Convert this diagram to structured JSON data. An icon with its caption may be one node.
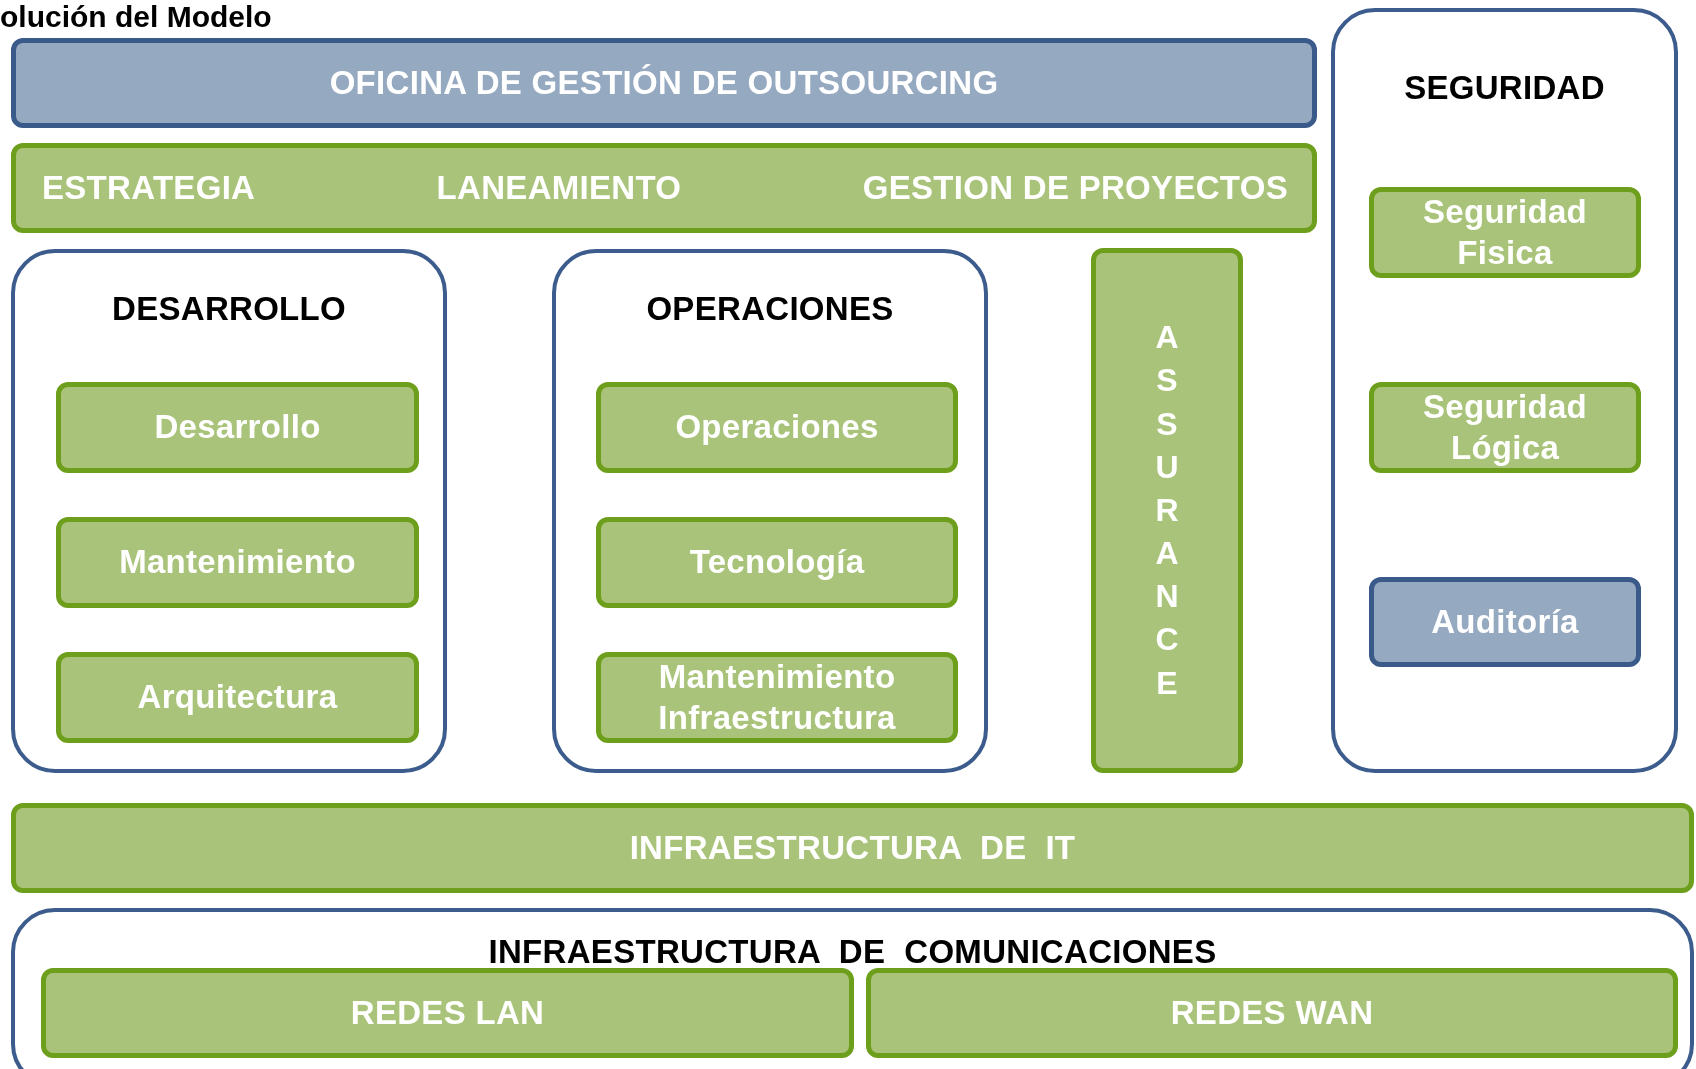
{
  "diagram": {
    "title": "olución del Modelo",
    "nodes": [
      {
        "text": [
          "OFICINA DE GESTIÓN DE OUTSOURCING"
        ]
      },
      {
        "text": [
          "SEGURIDAD"
        ]
      },
      {
        "text": [
          "Seguridad Fisica"
        ],
        "in": 1
      },
      {
        "text": [
          "Seguridad Lógica"
        ],
        "in": 1
      },
      {
        "text": [
          "Auditoría"
        ],
        "in": 1
      },
      {
        "text": [
          "ESTRATEGIA",
          "LANEAMIENTO",
          "GESTION DE PROYECTOS"
        ]
      },
      {
        "text": [
          "DESARROLLO"
        ]
      },
      {
        "text": [
          "Desarrollo"
        ],
        "in": 6
      },
      {
        "text": [
          "Mantenimiento"
        ],
        "in": 6
      },
      {
        "text": [
          "Arquitectura"
        ],
        "in": 6
      },
      {
        "text": [
          "OPERACIONES"
        ]
      },
      {
        "text": [
          "Operaciones"
        ],
        "in": 10
      },
      {
        "text": [
          "Tecnología"
        ],
        "in": 10
      },
      {
        "text": [
          "Mantenimiento Infraestructura"
        ],
        "in": 10
      },
      {
        "text": [
          "ASSURANCE"
        ]
      },
      {
        "text": [
          "INFRAESTRUCTURA  DE  IT"
        ]
      },
      {
        "text": [
          "INFRAESTRUCTURA  DE  COMUNICACIONES"
        ]
      },
      {
        "text": [
          "REDES LAN"
        ],
        "in": 16
      },
      {
        "text": [
          "REDES WAN"
        ],
        "in": 16
      }
    ]
  }
}
